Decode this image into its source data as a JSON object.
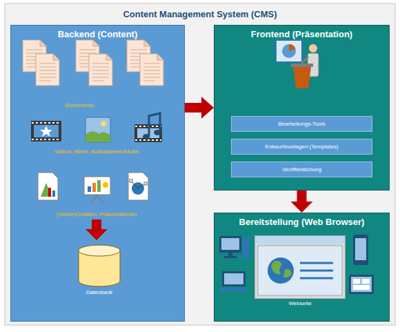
{
  "diagram": {
    "title": "Content Management System (CMS)",
    "nodes": [
      {
        "text": [
          "Backend (Content)"
        ]
      },
      {
        "text": [
          "Datenbank"
        ],
        "in": 0
      },
      {
        "text": [
          "Frontend (Präsentation)"
        ]
      },
      {
        "text": [
          "Bearbeitungs-Tools"
        ],
        "in": 2
      },
      {
        "text": [
          "Entwurfsvorlagen (Templates)"
        ],
        "in": 2
      },
      {
        "text": [
          "Veröffentlichung"
        ],
        "in": 2
      },
      {
        "text": [
          "Bereitstellung (Web Browser)"
        ]
      },
      {
        "text": [
          "Webseite"
        ],
        "in": 6
      }
    ],
    "edges": [
      {
        "from": 0,
        "to": 2,
        "arrow": "to"
      },
      {
        "from": 2,
        "to": 6,
        "arrow": "to"
      }
    ],
    "labels": [
      "Dokumente",
      "Videos, Bilder, Audiodateien/Musik",
      "(Vektor)Grafiken, Präsentationen"
    ]
  }
}
